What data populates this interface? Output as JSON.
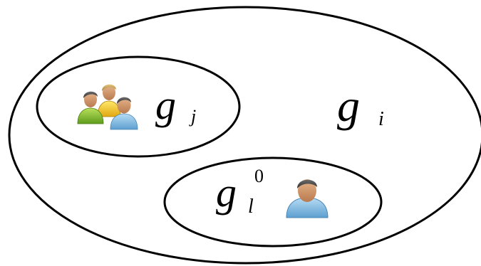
{
  "sets": {
    "outer": {
      "main": "g",
      "subscript": "i"
    },
    "group_j": {
      "main": "g",
      "subscript": "j",
      "icon": "group-users-icon"
    },
    "individual_l": {
      "main": "g",
      "subscript": "l",
      "superscript": "0",
      "icon": "single-user-icon"
    }
  }
}
